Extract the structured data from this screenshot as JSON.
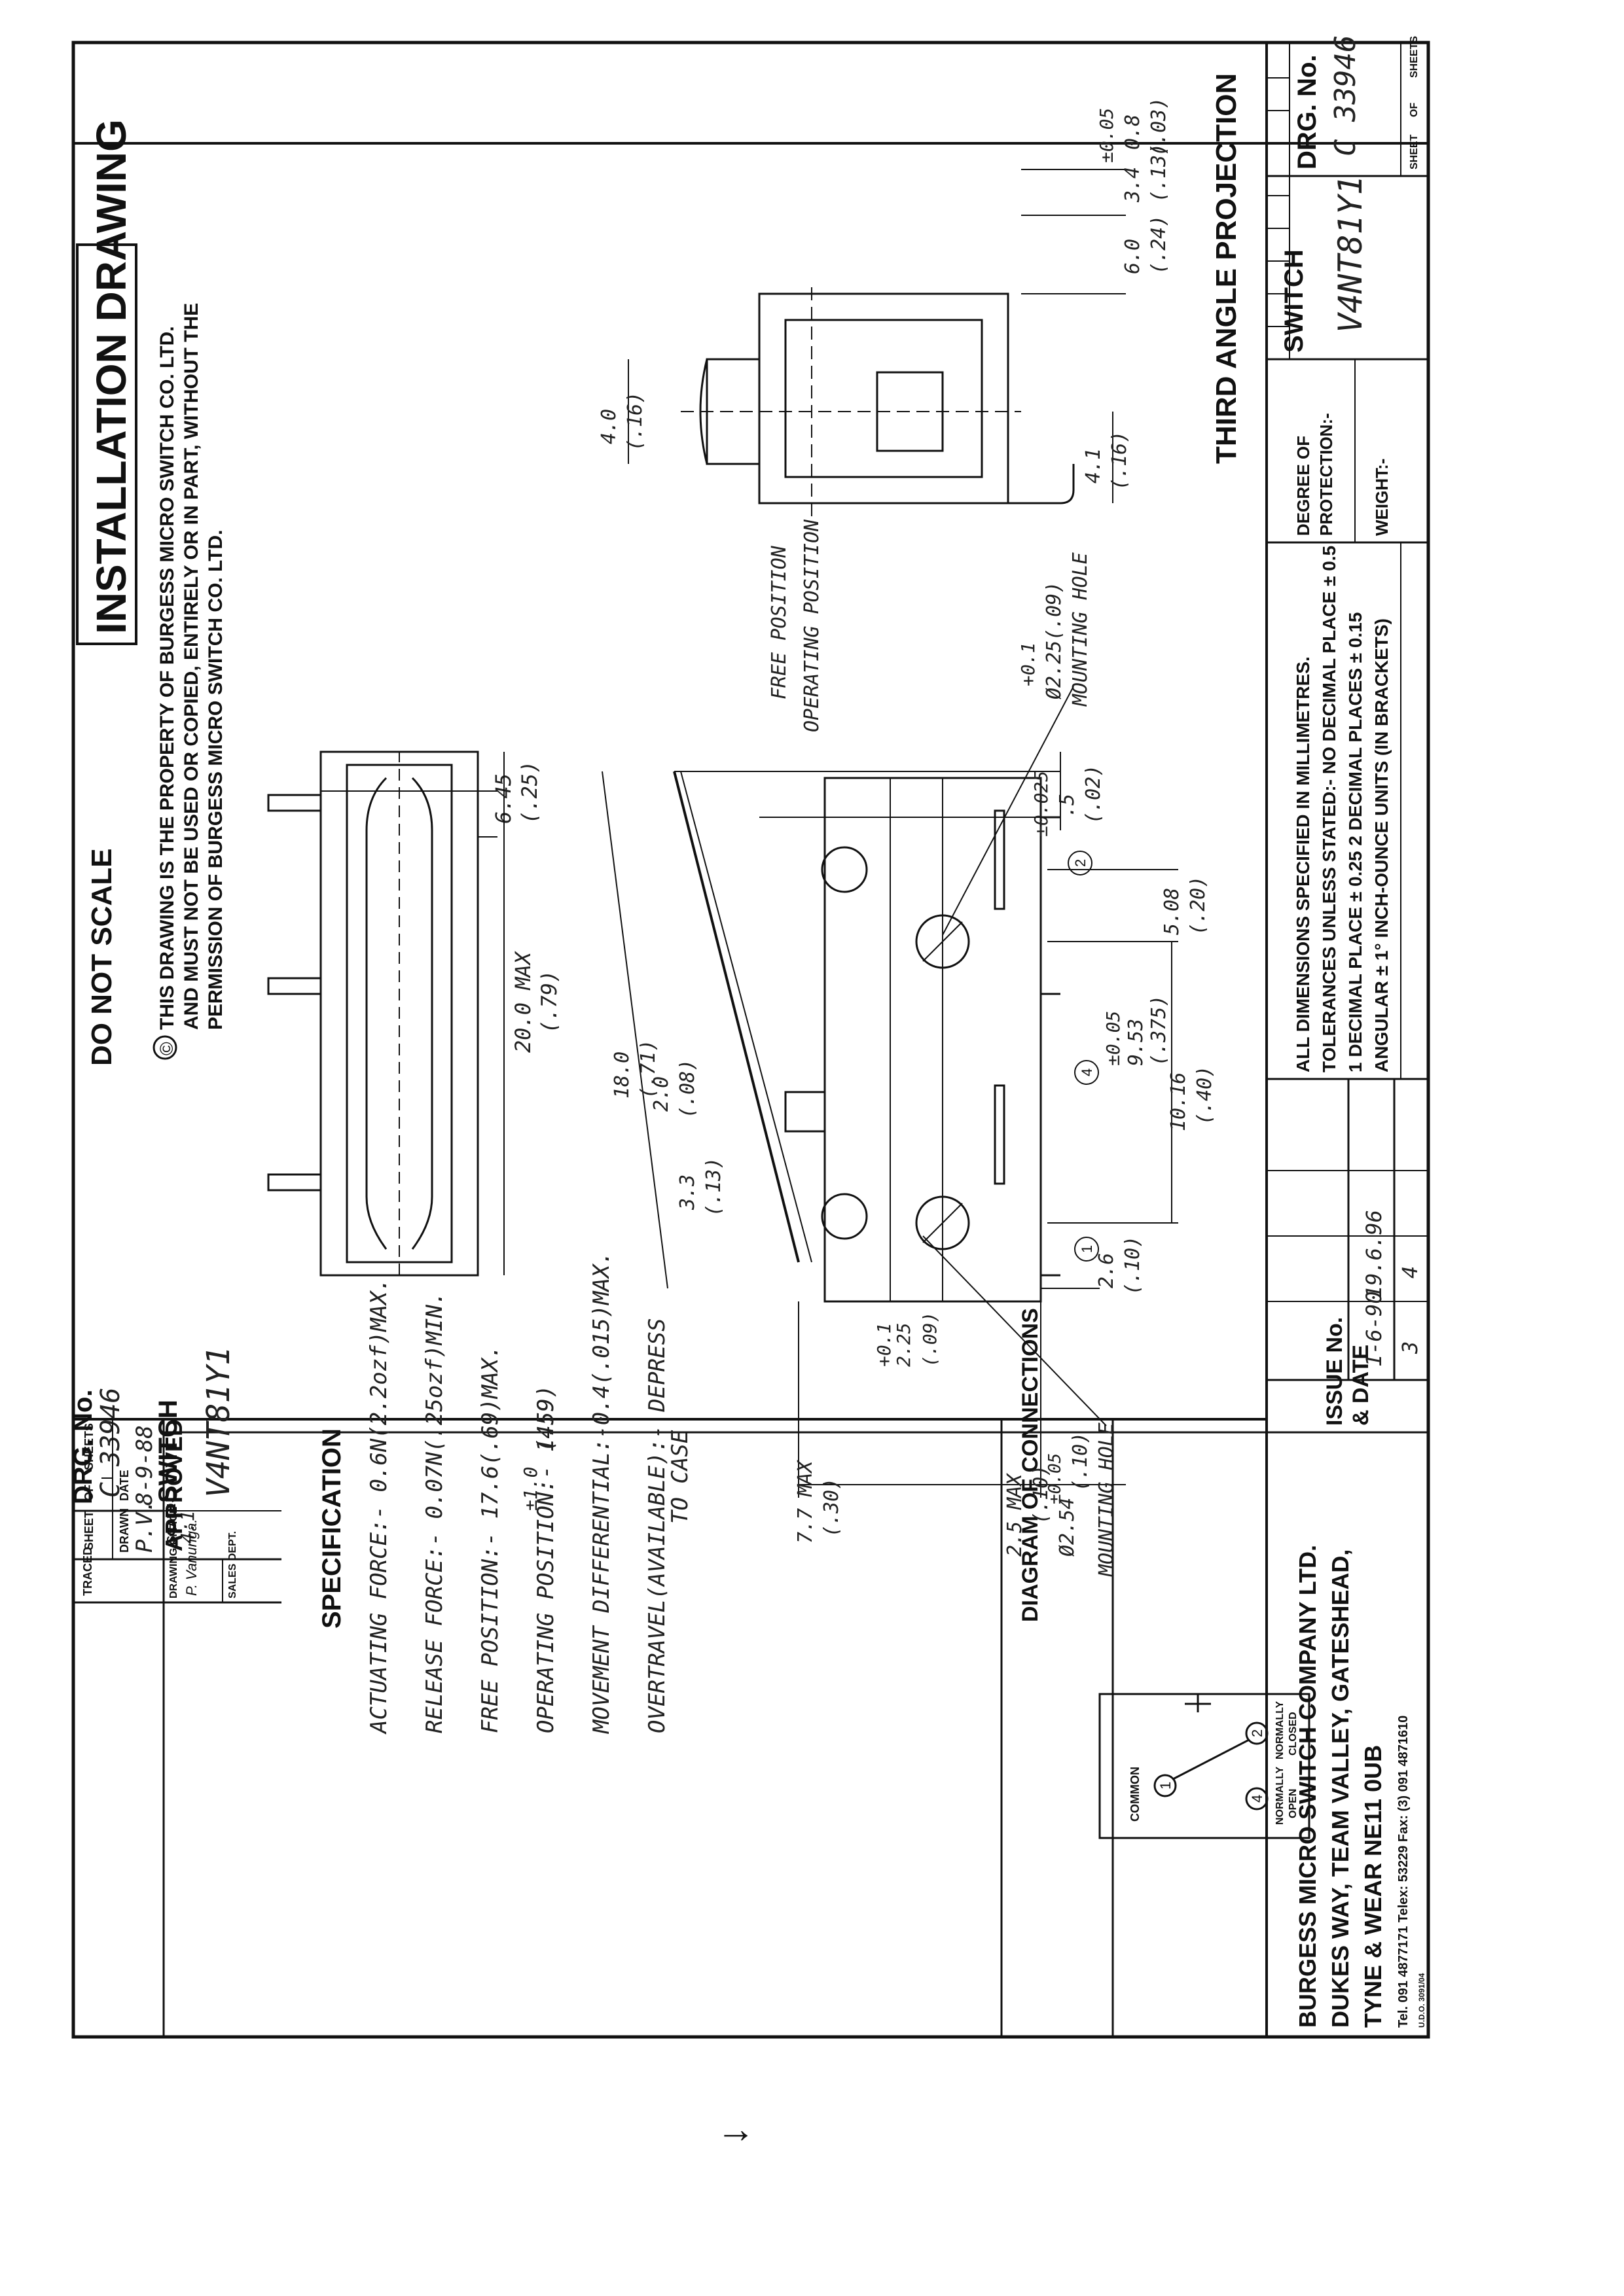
{
  "header": {
    "do_not_scale": "DO NOT SCALE",
    "title": "INSTALLATION DRAWING",
    "projection": "THIRD ANGLE PROJECTION",
    "copyright_1": "THIS DRAWING IS THE PROPERTY OF BURGESS MICRO SWITCH CO. LTD.",
    "copyright_2": "AND MUST NOT BE USED OR COPIED, ENTIRELY OR IN PART, WITHOUT THE",
    "copyright_3": "PERMISSION OF BURGESS MICRO SWITCH CO. LTD.",
    "copyright_symbol": "©"
  },
  "left_block": {
    "drg_label": "DRG. No.",
    "drg_value": "C 33946",
    "switch_label": "SWITCH",
    "switch_value": "V4NT81Y1",
    "sheet_label": "SHEET",
    "of_label": "OF",
    "sheets_label": "SHEETS",
    "drawn_label": "DRAWN",
    "drawn_value": "P.V.",
    "date_label": "DATE",
    "date_value": "8-9-88",
    "traced_label": "TRACED",
    "scale_label": "SCALE",
    "scale_value": "4:1",
    "approved_label": "APPROVED",
    "drawing_office_label": "DRAWING OFFICE",
    "sales_dept_label": "SALES DEPT.",
    "approved_sign": "P. Vanunga."
  },
  "specification": {
    "title": "SPECIFICATION",
    "lines": [
      "ACTUATING FORCE:- 0.6N(2.2ozf)MAX.",
      "RELEASE FORCE:- 0.07N(.25ozf)MIN.",
      "FREE POSITION:- 17.6(.69)MAX.",
      "OPERATING POSITION:- 14.9",
      "MOVEMENT DIFFERENTIAL:-0.4(.015)MAX.",
      "OVERTRAVEL(AVAILABLE):- DEPRESS"
    ],
    "op_tol": "±1.0",
    "op_inch": "(.59)",
    "overtravel_2": "TO CASE"
  },
  "connections": {
    "title": "DIAGRAM OF CONNECTIONS",
    "common": "COMMON",
    "nc_1": "NORMALLY",
    "nc_2": "CLOSED",
    "no_1": "NORMALLY",
    "no_2": "OPEN",
    "t1": "1",
    "t2": "2",
    "t4": "4"
  },
  "company": {
    "line1": "BURGESS MICRO SWITCH COMPANY LTD.",
    "line2": "DUKES WAY, TEAM VALLEY, GATESHEAD,",
    "line3": "TYNE & WEAR NE11 0UB",
    "line4": "Tel. 091 4877171  Telex: 53229  Fax: (3) 091 4871610",
    "form_no": "U.D.O. 3091/04"
  },
  "issue": {
    "label_1": "ISSUE No.",
    "label_2": "& DATE",
    "rows": [
      {
        "no": "3",
        "date": "1-6-90"
      },
      {
        "no": "4",
        "date": "19.6.96"
      }
    ]
  },
  "notes": {
    "line1": "ALL DIMENSIONS SPECIFIED IN MILLIMETRES.",
    "line2": "TOLERANCES UNLESS STATED:- NO DECIMAL PLACE ± 0.5",
    "line3": "1 DECIMAL PLACE ± 0.25    2 DECIMAL PLACES ± 0.15",
    "line4": "ANGULAR ± 1°    INCH-OUNCE UNITS (IN BRACKETS)"
  },
  "protection": {
    "degree": "DEGREE OF",
    "protection": "PROTECTION:-",
    "weight": "WEIGHT:-"
  },
  "title_block": {
    "switch_label": "SWITCH",
    "switch_value": "V4NT81Y1",
    "drg_label": "DRG. No.",
    "drg_value": "C 33946",
    "sheet_label": "SHEET",
    "of_label": "OF",
    "sheets_label": "SHEETS"
  },
  "dims": {
    "d_645": "6.45",
    "d_645i": "(.25)",
    "d_200": "20.0 MAX",
    "d_200i": "(.79)",
    "d_77": "7.7 MAX",
    "d_77i": "(.30)",
    "d_25": "2.5 MAX",
    "d_25i": "(.10)",
    "d_254": "Ø2.54",
    "d_254t": "±0.05",
    "d_254i": "(.10)",
    "mount_hole": "MOUNTING HOLE",
    "d_225a": "2.25",
    "d_225at": "+0.1",
    "d_225ai": "(.09)",
    "d_26": "2.6",
    "d_26i": "(.10)",
    "d_33": "3.3",
    "d_33i": "(.13)",
    "d_20": "2.0",
    "d_20i": "(.08)",
    "d_180": "18.0",
    "d_180i": "(.71)",
    "d_1016": "10.16",
    "d_1016i": "(.40)",
    "d_953": "9.53",
    "d_953t": "±0.05",
    "d_953i": "(.375)",
    "d_508": "5.08",
    "d_508i": "(.20)",
    "d_05": ".5",
    "d_05t": "±0.025",
    "d_05i": "(.02)",
    "free_pos": "FREE POSITION",
    "op_pos": "OPERATING POSITION",
    "d_225b": "Ø2.25",
    "d_225bt": "+0.1",
    "d_225bi": "(.09)",
    "d_40": "4.0",
    "d_40i": "(.16)",
    "d_41": "4.1",
    "d_41i": "(.16)",
    "d_60": "6.0",
    "d_60i": "(.24)",
    "d_34": "3.4",
    "d_34i": "(.13)",
    "d_08": "0.8",
    "d_08t": "±0.05",
    "d_08i": "(.03)",
    "c1": "1",
    "c2": "2",
    "c4": "4"
  },
  "margin_mark": "↓"
}
